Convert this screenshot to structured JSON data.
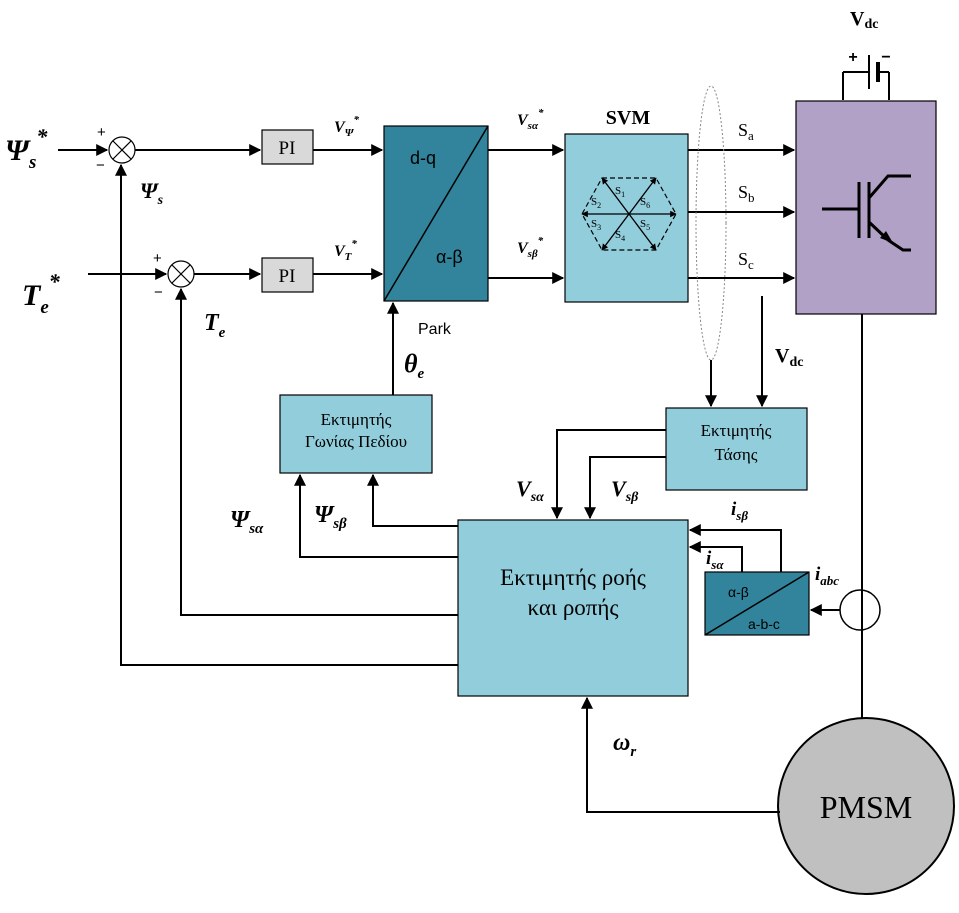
{
  "inputs": {
    "psi_ref": "Ψ",
    "psi_ref_sub": "s",
    "te_ref": "T",
    "te_ref_sub": "e",
    "star": "*"
  },
  "feedback": {
    "psi_s": "Ψ",
    "psi_s_sub": "s",
    "te": "T",
    "te_sub": "e"
  },
  "signs": {
    "plus": "+",
    "minus": "−"
  },
  "pi_label": "PI",
  "signals": {
    "v_psi": "V",
    "v_psi_sub": "Ψ",
    "v_t": "V",
    "v_t_sub": "T",
    "v_sa": "V",
    "v_sa_sub": "sα",
    "v_sb": "V",
    "v_sb_sub": "sβ",
    "theta": "θ",
    "theta_sub": "e",
    "vdc_mid": "V",
    "vdc_mid_sub": "dc",
    "vdc_top": "V",
    "vdc_top_sub": "dc",
    "v_sa_in": "V",
    "v_sa_in_sub": "sα",
    "v_sb_in": "V",
    "v_sb_in_sub": "sβ",
    "psi_sa": "Ψ",
    "psi_sa_sub": "sα",
    "psi_sb": "Ψ",
    "psi_sb_sub": "sβ",
    "i_sa": "i",
    "i_sa_sub": "sα",
    "i_sb": "i",
    "i_sb_sub": "sβ",
    "i_abc": "i",
    "i_abc_sub": "abc",
    "omega": "ω",
    "omega_sub": "r"
  },
  "park": {
    "top": "d-q",
    "bottom": "α-β",
    "caption": "Park"
  },
  "svm": {
    "title": "SVM",
    "vectors": [
      {
        "s": "S",
        "n": "1"
      },
      {
        "s": "S",
        "n": "2"
      },
      {
        "s": "S",
        "n": "3"
      },
      {
        "s": "S",
        "n": "4"
      },
      {
        "s": "S",
        "n": "5"
      },
      {
        "s": "S",
        "n": "6"
      }
    ]
  },
  "switch_labels": [
    {
      "s": "S",
      "n": "a"
    },
    {
      "s": "S",
      "n": "b"
    },
    {
      "s": "S",
      "n": "c"
    }
  ],
  "battery": {
    "plus": "+",
    "minus": "−"
  },
  "angle_estimator": {
    "line1": "Εκτιμητής",
    "line2": "Γωνίας Πεδίου"
  },
  "voltage_estimator": {
    "line1": "Εκτιμητής",
    "line2": "Τάσης"
  },
  "flux_estimator": {
    "line1": "Εκτιμητής ροής",
    "line2": "και ροπής"
  },
  "clarke": {
    "top": "α-β",
    "bottom": "a-b-c"
  },
  "motor": "PMSM",
  "colors": {
    "light_blue": "#92cddc",
    "dark_teal": "#31849b",
    "purple": "#b2a1c7",
    "gray_box": "#d9d9d9",
    "motor_gray": "#c0c0c0"
  }
}
